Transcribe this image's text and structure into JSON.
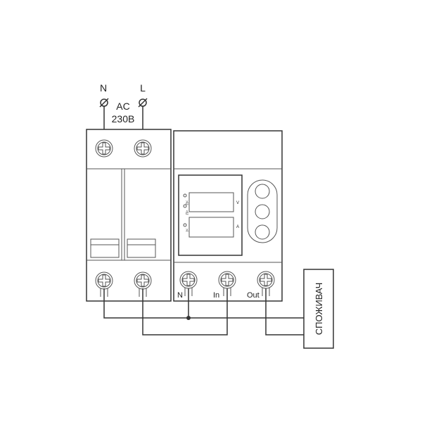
{
  "supply": {
    "neutral_label": "N",
    "line_label": "L",
    "type_label": "AC",
    "voltage_label": "230B"
  },
  "relay": {
    "display": {
      "over_voltage": ">U",
      "under_voltage": "<U",
      "over_current": ">I",
      "voltage_unit": "V",
      "current_unit": "A"
    },
    "terminals": [
      "N",
      "In",
      "Out"
    ]
  },
  "load": {
    "label": "СПОЖИВАЧ"
  },
  "colors": {
    "line": "#333333",
    "background": "#ffffff"
  }
}
